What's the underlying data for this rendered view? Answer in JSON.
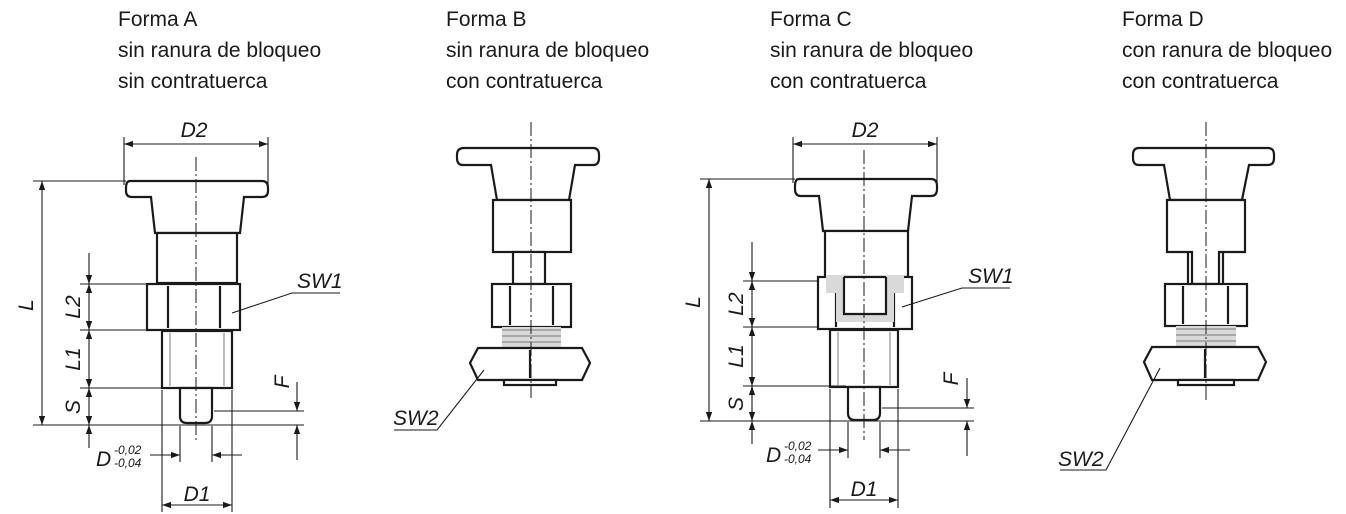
{
  "forms": [
    {
      "id": "A",
      "title": "Forma A",
      "groove": "sin ranura de bloqueo",
      "locknut": "sin contratuerca"
    },
    {
      "id": "B",
      "title": "Forma B",
      "groove": "sin ranura de bloqueo",
      "locknut": "con contratuerca"
    },
    {
      "id": "C",
      "title": "Forma C",
      "groove": "sin ranura de bloqueo",
      "locknut": "con contratuerca"
    },
    {
      "id": "D",
      "title": "Forma D",
      "groove": "con ranura de bloqueo",
      "locknut": "con contratuerca"
    }
  ],
  "labels": {
    "d2": "D2",
    "d1": "D1",
    "l": "L",
    "l1": "L1",
    "l2": "L2",
    "s": "S",
    "f": "F",
    "d": "D",
    "tol_upper": "-0,02",
    "tol_lower": "-0,04",
    "sw1": "SW1",
    "sw2": "SW2"
  },
  "colors": {
    "line": "#1a1a1a",
    "shade": "#d9d9d9",
    "background": "#ffffff"
  }
}
